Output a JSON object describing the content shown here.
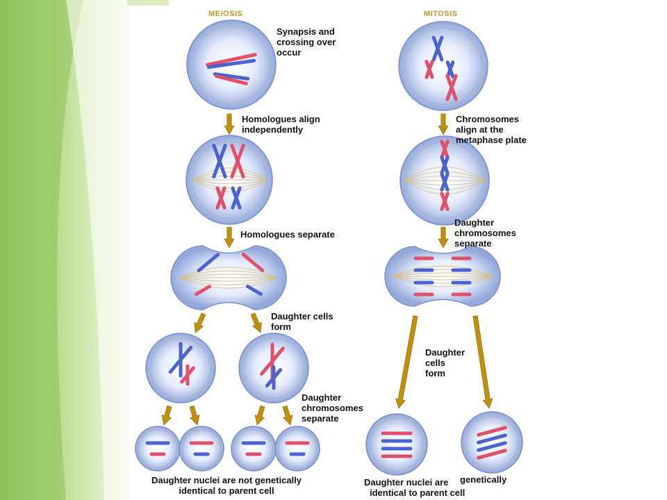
{
  "headings": {
    "meiosis": "MEIOSIS",
    "mitosis": "MITOSIS"
  },
  "colors": {
    "heading": "#c8922a",
    "arrow": "#c0900c",
    "chrom_red": "#e0506a",
    "chrom_blue": "#4b63d0",
    "cell_edge": "#7b8fc8",
    "sidebar": "#8cc056"
  },
  "meiosis_labels": {
    "synapsis": "Synapsis and\ncrossing over\noccur",
    "homologues_align": "Homologues align\nindependently",
    "homologues_separate": "Homologues separate",
    "daughter_cells_form": "Daughter cells\nform",
    "daughter_chromosomes_separate": "Daughter\nchromosomes\nseparate",
    "conclusion": "Daughter nuclei are not genetically\nidentical to parent cell"
  },
  "mitosis_labels": {
    "chromosomes_align": "Chromosomes\nalign at the\n      metaphase plate",
    "daughter_chromosomes_separate": "Daughter\nchromosomes\n  separate",
    "daughter_cells_form": "Daughter\ncells\nform",
    "conclusion_a": "Daughter nuclei are",
    "conclusion_b": "genetically",
    "conclusion_c": "identical to parent cell"
  }
}
